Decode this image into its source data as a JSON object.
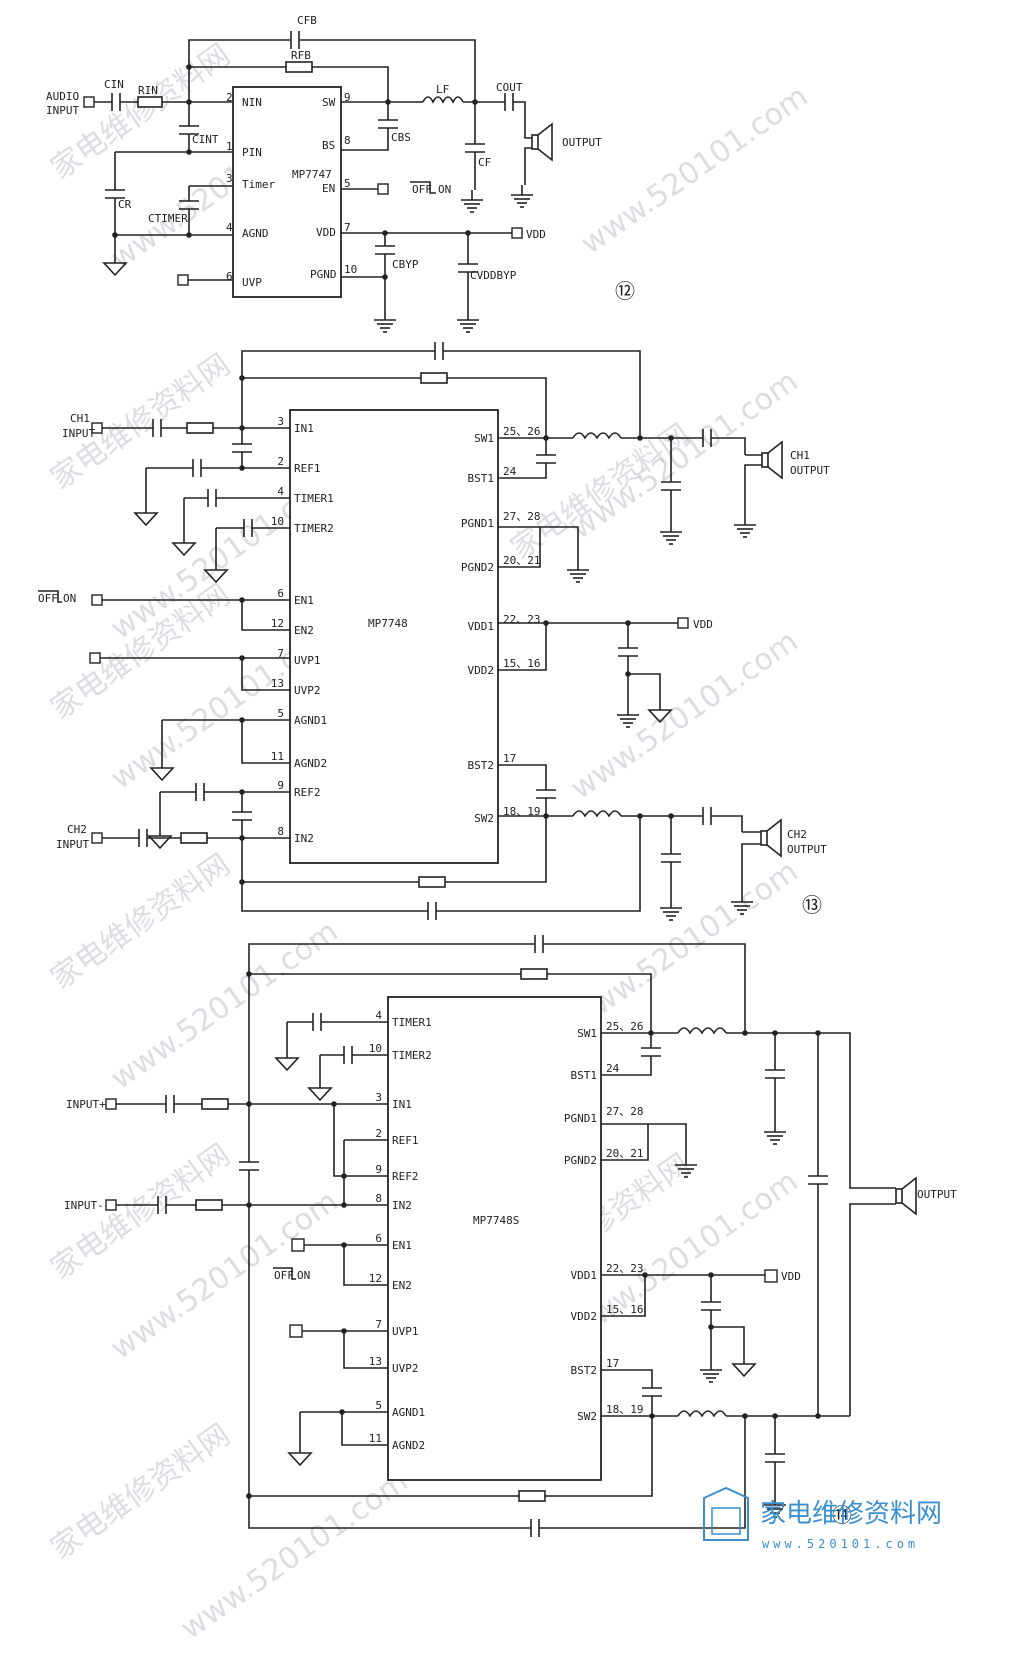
{
  "circuit12": {
    "chip": "MP7747",
    "number": "⑫",
    "pins": {
      "nin": {
        "num": "2",
        "name": "NIN"
      },
      "pin": {
        "num": "1",
        "name": "PIN"
      },
      "timer": {
        "num": "3",
        "name": "Timer"
      },
      "agnd": {
        "num": "4",
        "name": "AGND"
      },
      "uvp": {
        "num": "6",
        "name": "UVP"
      },
      "sw": {
        "num": "9",
        "name": "SW"
      },
      "bs": {
        "num": "8",
        "name": "BS"
      },
      "en": {
        "num": "5",
        "name": "EN"
      },
      "vdd": {
        "num": "7",
        "name": "VDD"
      },
      "pgnd": {
        "num": "10",
        "name": "PGND"
      }
    },
    "labels": {
      "cfb": "CFB",
      "rfb": "RFB",
      "cin": "CIN",
      "rin": "RIN",
      "cint": "CINT",
      "cr": "CR",
      "ctimer": "CTIMER",
      "cbs": "CBS",
      "lf": "LF",
      "cout": "COUT",
      "cf": "CF",
      "cbyp": "CBYP",
      "cvddbyp": "CVDDBYP",
      "audio": "AUDIO",
      "input": "INPUT",
      "output": "OUTPUT",
      "off": "OFF",
      "on": "ON",
      "vdd": "VDD"
    }
  },
  "circuit13": {
    "chip": "MP7748",
    "number": "⑬",
    "left_pins": [
      {
        "num": "3",
        "name": "IN1"
      },
      {
        "num": "2",
        "name": "REF1"
      },
      {
        "num": "4",
        "name": "TIMER1"
      },
      {
        "num": "10",
        "name": "TIMER2"
      },
      {
        "num": "6",
        "name": "EN1"
      },
      {
        "num": "12",
        "name": "EN2"
      },
      {
        "num": "7",
        "name": "UVP1"
      },
      {
        "num": "13",
        "name": "UVP2"
      },
      {
        "num": "5",
        "name": "AGND1"
      },
      {
        "num": "11",
        "name": "AGND2"
      },
      {
        "num": "9",
        "name": "REF2"
      },
      {
        "num": "8",
        "name": "IN2"
      }
    ],
    "right_pins": [
      {
        "num": "25、26",
        "name": "SW1"
      },
      {
        "num": "24",
        "name": "BST1"
      },
      {
        "num": "27、28",
        "name": "PGND1"
      },
      {
        "num": "20、21",
        "name": "PGND2"
      },
      {
        "num": "22、23",
        "name": "VDD1"
      },
      {
        "num": "15、16",
        "name": "VDD2"
      },
      {
        "num": "17",
        "name": "BST2"
      },
      {
        "num": "18、19",
        "name": "SW2"
      }
    ],
    "labels": {
      "ch1": "CH1",
      "ch2": "CH2",
      "input": "INPUT",
      "output": "OUTPUT",
      "off": "OFF",
      "on": "ON",
      "vdd": "VDD"
    }
  },
  "circuit14": {
    "chip": "MP7748S",
    "number": "⑭",
    "left_pins": [
      {
        "num": "4",
        "name": "TIMER1"
      },
      {
        "num": "10",
        "name": "TIMER2"
      },
      {
        "num": "3",
        "name": "IN1"
      },
      {
        "num": "2",
        "name": "REF1"
      },
      {
        "num": "9",
        "name": "REF2"
      },
      {
        "num": "8",
        "name": "IN2"
      },
      {
        "num": "6",
        "name": "EN1"
      },
      {
        "num": "12",
        "name": "EN2"
      },
      {
        "num": "7",
        "name": "UVP1"
      },
      {
        "num": "13",
        "name": "UVP2"
      },
      {
        "num": "5",
        "name": "AGND1"
      },
      {
        "num": "11",
        "name": "AGND2"
      }
    ],
    "right_pins": [
      {
        "num": "25、26",
        "name": "SW1"
      },
      {
        "num": "24",
        "name": "BST1"
      },
      {
        "num": "27、28",
        "name": "PGND1"
      },
      {
        "num": "20、21",
        "name": "PGND2"
      },
      {
        "num": "22、23",
        "name": "VDD1"
      },
      {
        "num": "15、16",
        "name": "VDD2"
      },
      {
        "num": "17",
        "name": "BST2"
      },
      {
        "num": "18、19",
        "name": "SW2"
      }
    ],
    "labels": {
      "input_p": "INPUT+",
      "input_n": "INPUT-",
      "output": "OUTPUT",
      "off": "OFF",
      "on": "ON",
      "vdd": "VDD"
    }
  },
  "watermarks": {
    "cn": "家电维修资料网",
    "url": "www.520101.com"
  },
  "brand": {
    "name": "家电维修资料网",
    "url": "www.520101.com"
  },
  "colors": {
    "ink": "#222222",
    "watermark": "#bfc3cc",
    "brand": "#3a8fd0"
  }
}
